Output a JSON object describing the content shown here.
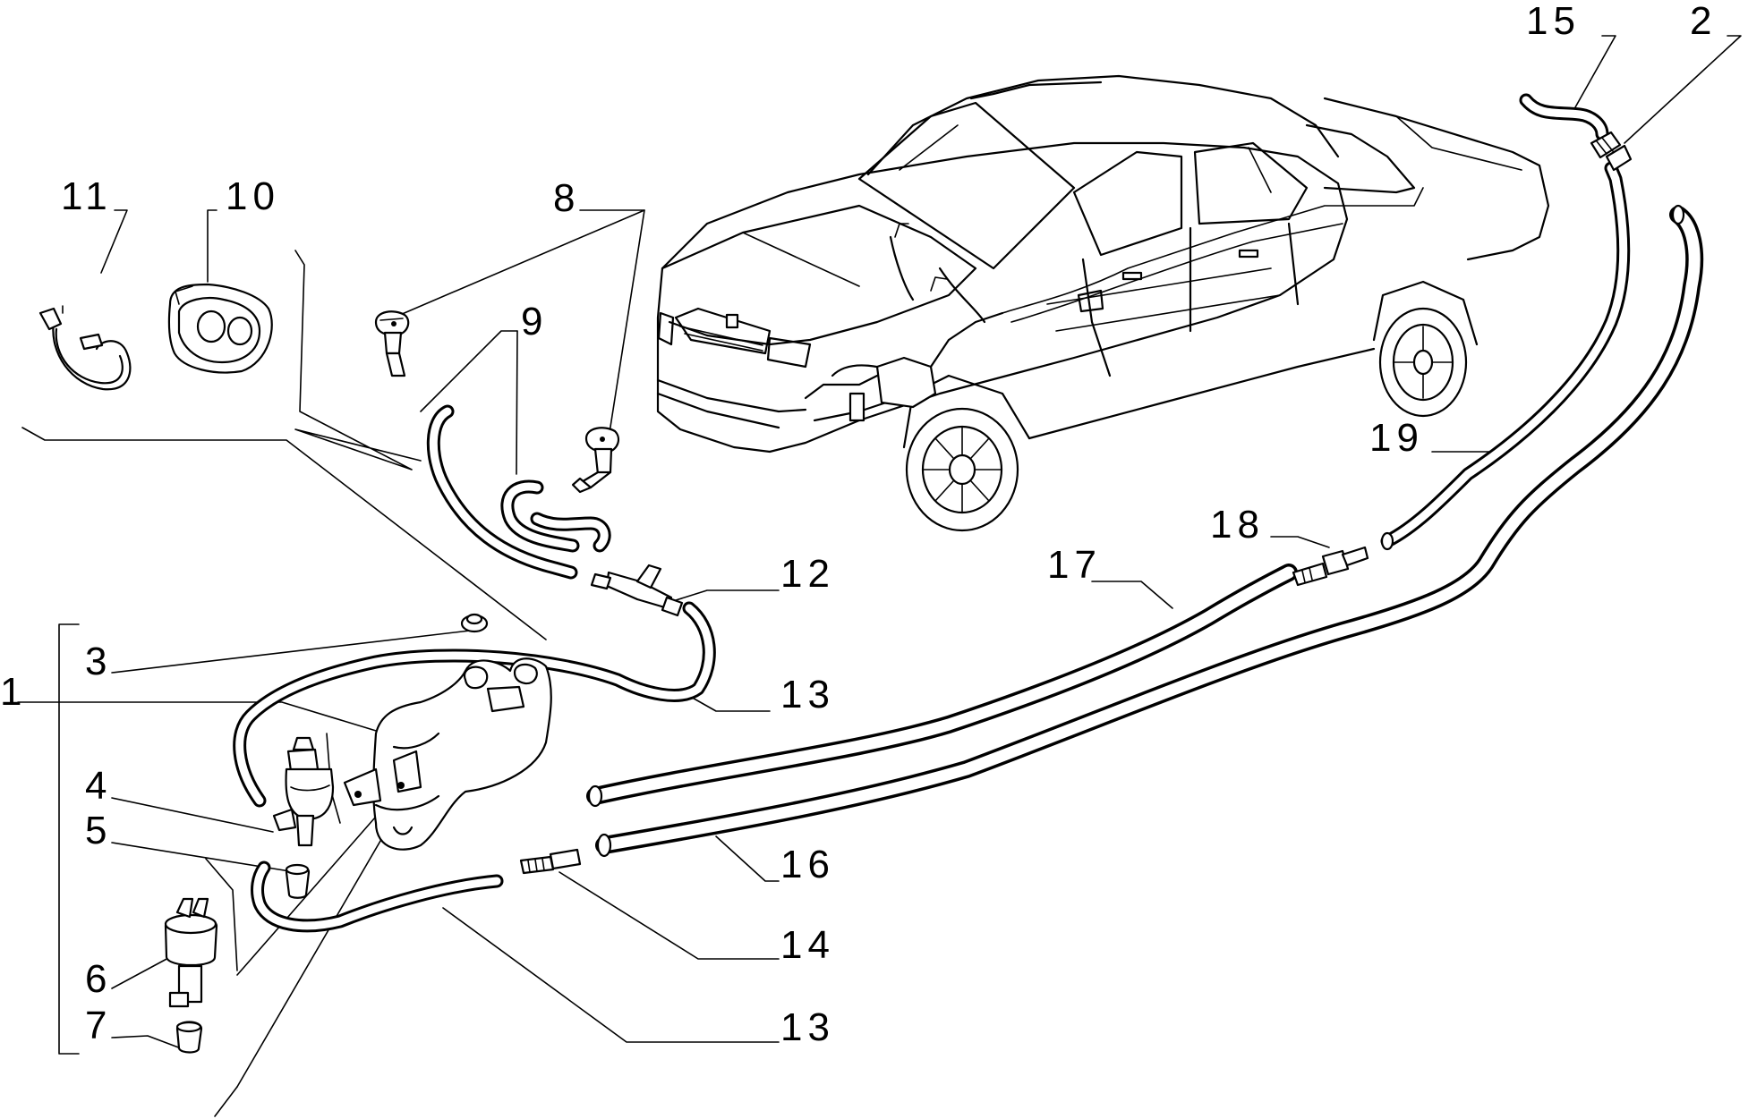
{
  "callouts": {
    "c1": "1",
    "c2": "2",
    "c3": "3",
    "c4": "4",
    "c5": "5",
    "c6": "6",
    "c7": "7",
    "c8": "8",
    "c9": "9",
    "c10": "10",
    "c11": "11",
    "c12": "12",
    "c13a": "13",
    "c13b": "13",
    "c14": "14",
    "c15": "15",
    "c16": "16",
    "c17": "17",
    "c18": "18",
    "c19": "19"
  },
  "icons": {
    "car": "car-outline-icon",
    "reservoir": "washer-reservoir-icon",
    "pump": "washer-pump-icon",
    "nozzle": "washer-nozzle-icon"
  }
}
